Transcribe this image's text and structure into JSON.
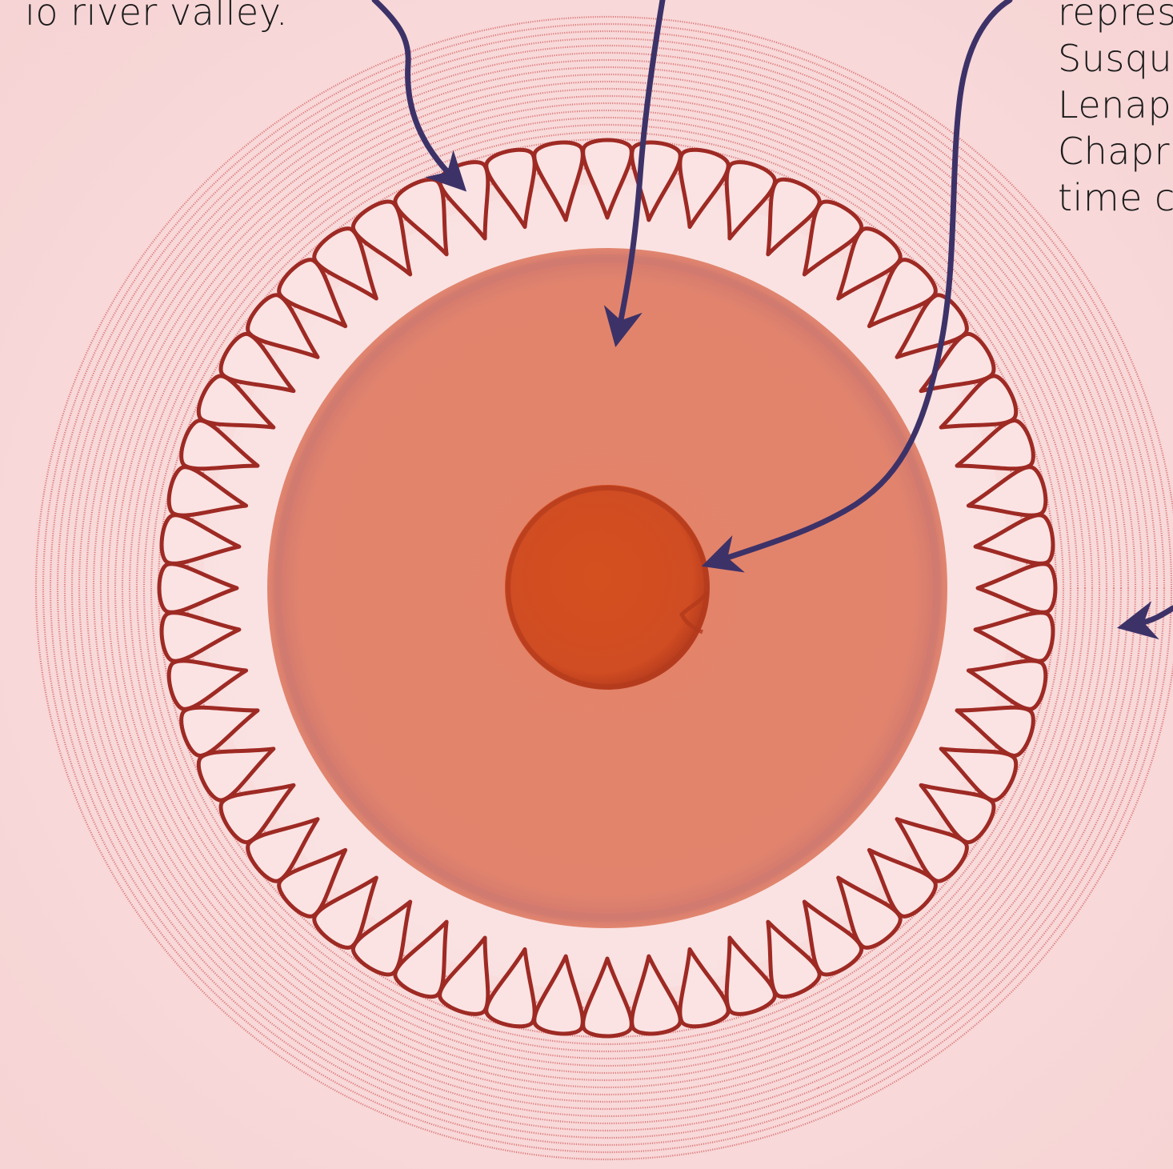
{
  "captions": {
    "left": "io river valley.",
    "right": [
      "repres",
      "Susqu",
      "Lenap",
      "Chapr",
      "time c"
    ]
  },
  "colors": {
    "background": "#f8dcdc",
    "outer_rings": "#c8302f",
    "petal_stroke": "#9e2a24",
    "petal_fill": "#fbe3e3",
    "inner_disk": "#e4846b",
    "inner_disk_edge": "#cf7a6f",
    "center_disk": "#d34f23",
    "center_disk_edge": "#b1391c",
    "arrow": "#3d3268"
  },
  "icons": {
    "pointer": "arrow-icon"
  }
}
